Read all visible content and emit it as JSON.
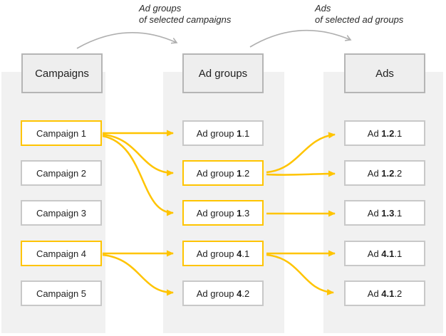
{
  "palette": {
    "accent_yellow": "#FFC400",
    "column_bg": "#F1F1F1",
    "item_border_gray": "#C8C8C8",
    "header_border_gray": "#B5B5B5",
    "flow_arrow_gray": "#AFAFAF",
    "text": "#1F1F1F"
  },
  "flow_labels": [
    {
      "line1": "Ad groups",
      "line2": "of selected campaigns"
    },
    {
      "line1": "Ads",
      "line2": "of selected ad groups"
    }
  ],
  "columns": {
    "campaigns": {
      "header": "Campaigns",
      "items": [
        {
          "text": "Campaign 1",
          "highlighted": true
        },
        {
          "text": "Campaign 2",
          "highlighted": false
        },
        {
          "text": "Campaign 3",
          "highlighted": false
        },
        {
          "text": "Campaign 4",
          "highlighted": true
        },
        {
          "text": "Campaign 5",
          "highlighted": false
        }
      ]
    },
    "ad_groups": {
      "header": "Ad groups",
      "items": [
        {
          "prefix": "Ad group ",
          "bold": "1",
          "suffix": ".1",
          "highlighted": false
        },
        {
          "prefix": "Ad group ",
          "bold": "1",
          "suffix": ".2",
          "highlighted": true
        },
        {
          "prefix": "Ad group ",
          "bold": "1",
          "suffix": ".3",
          "highlighted": true
        },
        {
          "prefix": "Ad group ",
          "bold": "4",
          "suffix": ".1",
          "highlighted": true
        },
        {
          "prefix": "Ad group ",
          "bold": "4",
          "suffix": ".2",
          "highlighted": false
        }
      ]
    },
    "ads": {
      "header": "Ads",
      "items": [
        {
          "prefix": "Ad ",
          "bold": "1.2",
          "suffix": ".1",
          "highlighted": false
        },
        {
          "prefix": "Ad ",
          "bold": "1.2",
          "suffix": ".2",
          "highlighted": false
        },
        {
          "prefix": "Ad ",
          "bold": "1.3",
          "suffix": ".1",
          "highlighted": false
        },
        {
          "prefix": "Ad ",
          "bold": "4.1",
          "suffix": ".1",
          "highlighted": false
        },
        {
          "prefix": "Ad ",
          "bold": "4.1",
          "suffix": ".2",
          "highlighted": false
        }
      ]
    }
  }
}
